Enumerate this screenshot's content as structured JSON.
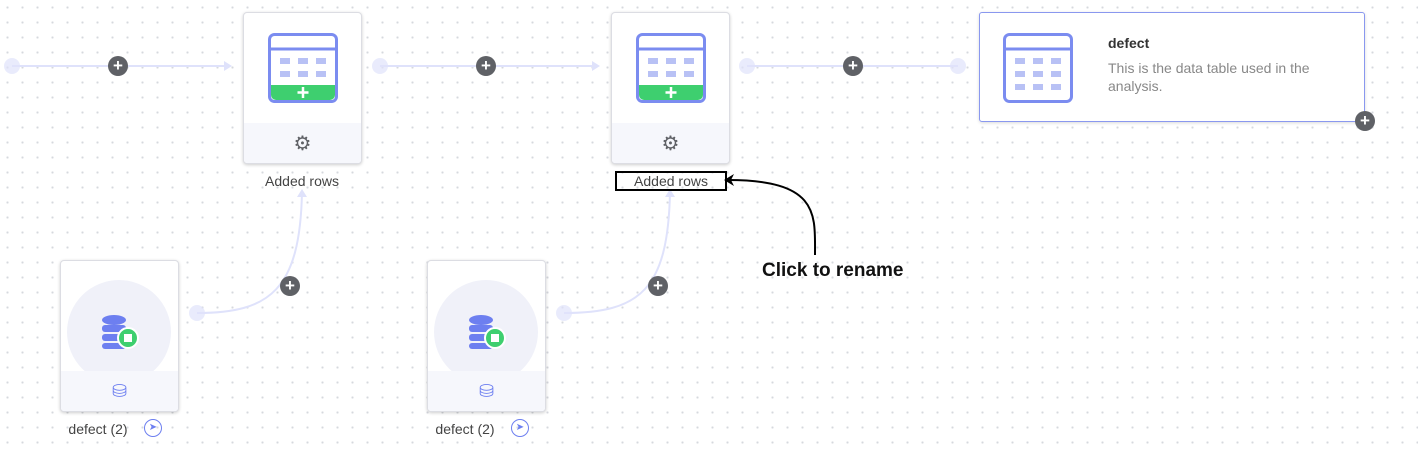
{
  "nodes": {
    "added_rows_1": {
      "label": "Added rows"
    },
    "added_rows_2": {
      "label": "Added rows"
    },
    "output_table": {
      "title": "defect",
      "description": "This is the data table used in the analysis."
    },
    "source_1": {
      "label": "defect (2)"
    },
    "source_2": {
      "label": "defect (2)"
    }
  },
  "annotation": {
    "text": "Click to rename"
  },
  "colors": {
    "accent": "#7b8cf0",
    "green": "#3ecf6f",
    "plus": "#5f6166"
  }
}
